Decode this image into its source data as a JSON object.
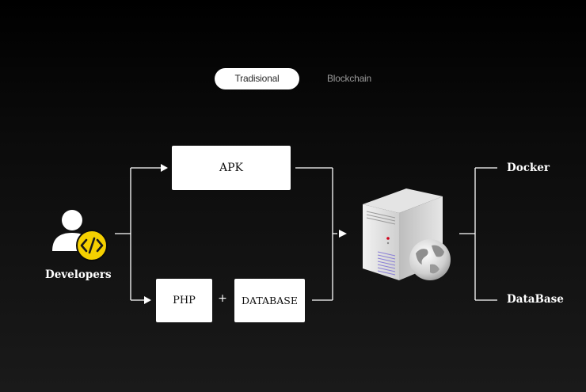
{
  "tabs": [
    {
      "label": "Tradisional",
      "active": true
    },
    {
      "label": "Blockchain",
      "active": false
    }
  ],
  "diagram": {
    "source": {
      "label": "Developers",
      "icon": "developer-code-icon"
    },
    "boxes": {
      "apk": "APK",
      "php": "PHP",
      "plus": "+",
      "database": "DATABASE"
    },
    "server": {
      "icon": "server-globe-icon"
    },
    "outputs": {
      "docker": "Docker",
      "database": "DataBase"
    }
  },
  "colors": {
    "background": "#0b0b0b",
    "box_fill": "#ffffff",
    "accent_yellow": "#f5d000",
    "line": "#ffffff",
    "tab_inactive_text": "#9a9a9a"
  }
}
